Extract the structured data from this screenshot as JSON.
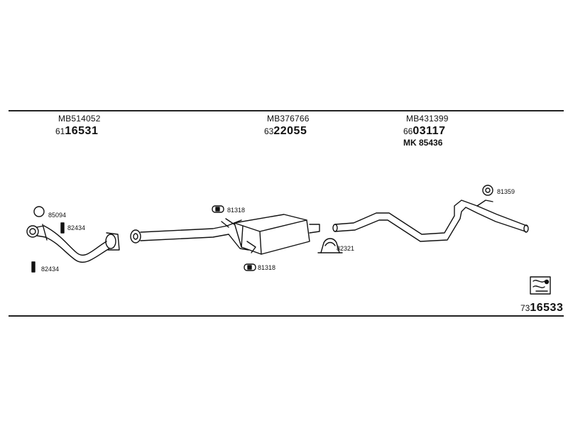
{
  "columns": [
    {
      "oem": "MB514052",
      "code_prefix": "61",
      "code_main": "16531"
    },
    {
      "oem": "MB376766",
      "code_prefix": "63",
      "code_main": "22055"
    },
    {
      "oem": "MB431399",
      "code_prefix": "66",
      "code_main": "03117",
      "extra": "MK  85436"
    }
  ],
  "parts": {
    "ring_front": "85094",
    "clamp_top_left": "82434",
    "clamp_bottom_left": "82434",
    "hanger_top": "81318",
    "hanger_bottom": "81318",
    "mount_mid": "82321",
    "ring_rear": "81359"
  },
  "kit": {
    "code_prefix": "73",
    "code_main": "16533"
  }
}
